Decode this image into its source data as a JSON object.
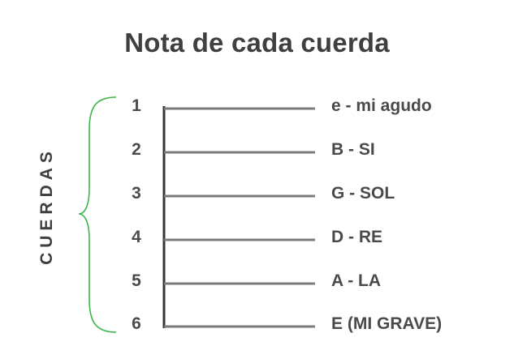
{
  "title": "Nota de cada cuerda",
  "side_label": "CUERDAS",
  "colors": {
    "brace": "#3db54a",
    "vertical_line": "#3a3538",
    "string_line": "#7b7b7d",
    "text": "#4a4a4c"
  },
  "strings": [
    {
      "number": "1",
      "note": "e - mi agudo"
    },
    {
      "number": "2",
      "note": "B - SI"
    },
    {
      "number": "3",
      "note": "G - SOL"
    },
    {
      "number": "4",
      "note": "D - RE"
    },
    {
      "number": "5",
      "note": "A - LA"
    },
    {
      "number": "6",
      "note": "E (MI GRAVE)"
    }
  ]
}
